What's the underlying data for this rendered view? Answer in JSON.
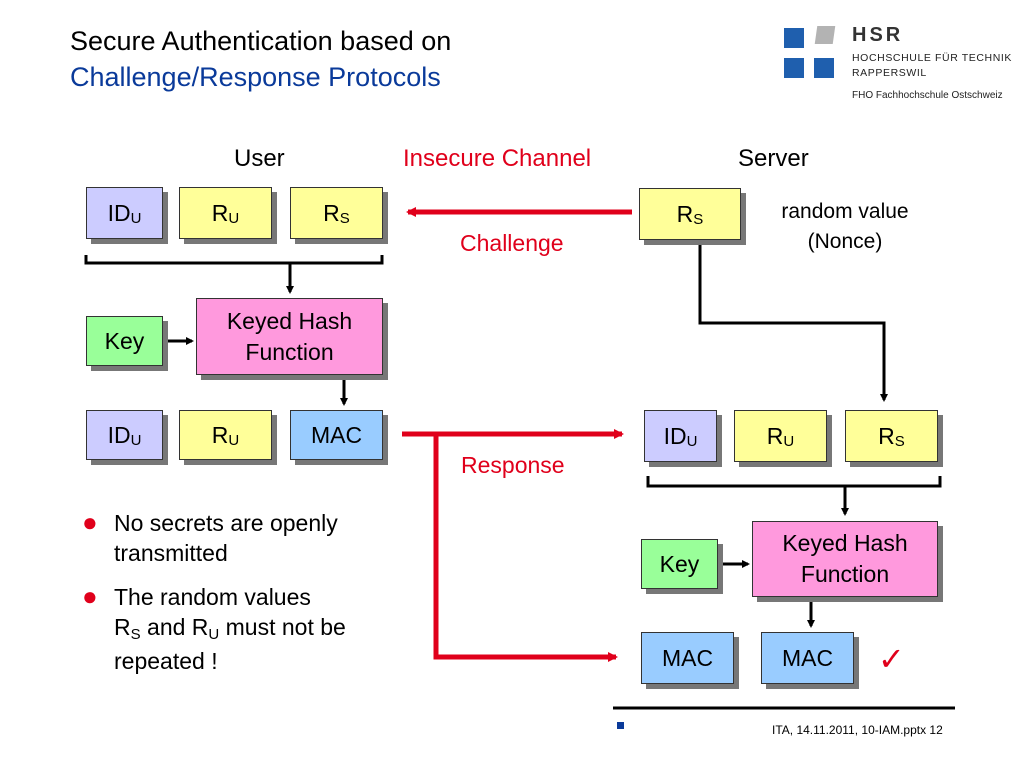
{
  "title": {
    "line1": "Secure Authentication based on",
    "line2": "Challenge/Response Protocols"
  },
  "logo": {
    "name": "HSR",
    "line1": "HOCHSCHULE FÜR TECHNIK",
    "line2": "RAPPERSWIL",
    "line3": "FHO Fachhochschule Ostschweiz",
    "colors": {
      "blue": "#1f5fae",
      "gray": "#b3b3b3"
    }
  },
  "headers": {
    "user": "User",
    "channel": "Insecure Channel",
    "server": "Server"
  },
  "labels": {
    "challenge": "Challenge",
    "response": "Response",
    "nonce_line1": "random value",
    "nonce_line2": "(Nonce)",
    "check": "✓"
  },
  "boxes": {
    "id": "ID",
    "r": "R",
    "sub_u": "U",
    "sub_s": "S",
    "key": "Key",
    "hash_line1": "Keyed Hash",
    "hash_line2": "Function",
    "mac": "MAC"
  },
  "bullets": {
    "b1": "No secrets are openly transmitted",
    "b2_pre": "The random values",
    "b2_r": "R",
    "b2_s": "S",
    "b2_and": " and R",
    "b2_u": "U",
    "b2_post": " must not be repeated !"
  },
  "footer": "ITA, 14.11.2011, 10-IAM.pptx 12",
  "colors": {
    "accent_red": "#e0001b",
    "title_blue": "#0a3a9a",
    "lavender": "#ccccff",
    "yellow": "#ffff99",
    "light_blue": "#99ccff",
    "green": "#99ff99",
    "pink": "#ff99dd"
  }
}
